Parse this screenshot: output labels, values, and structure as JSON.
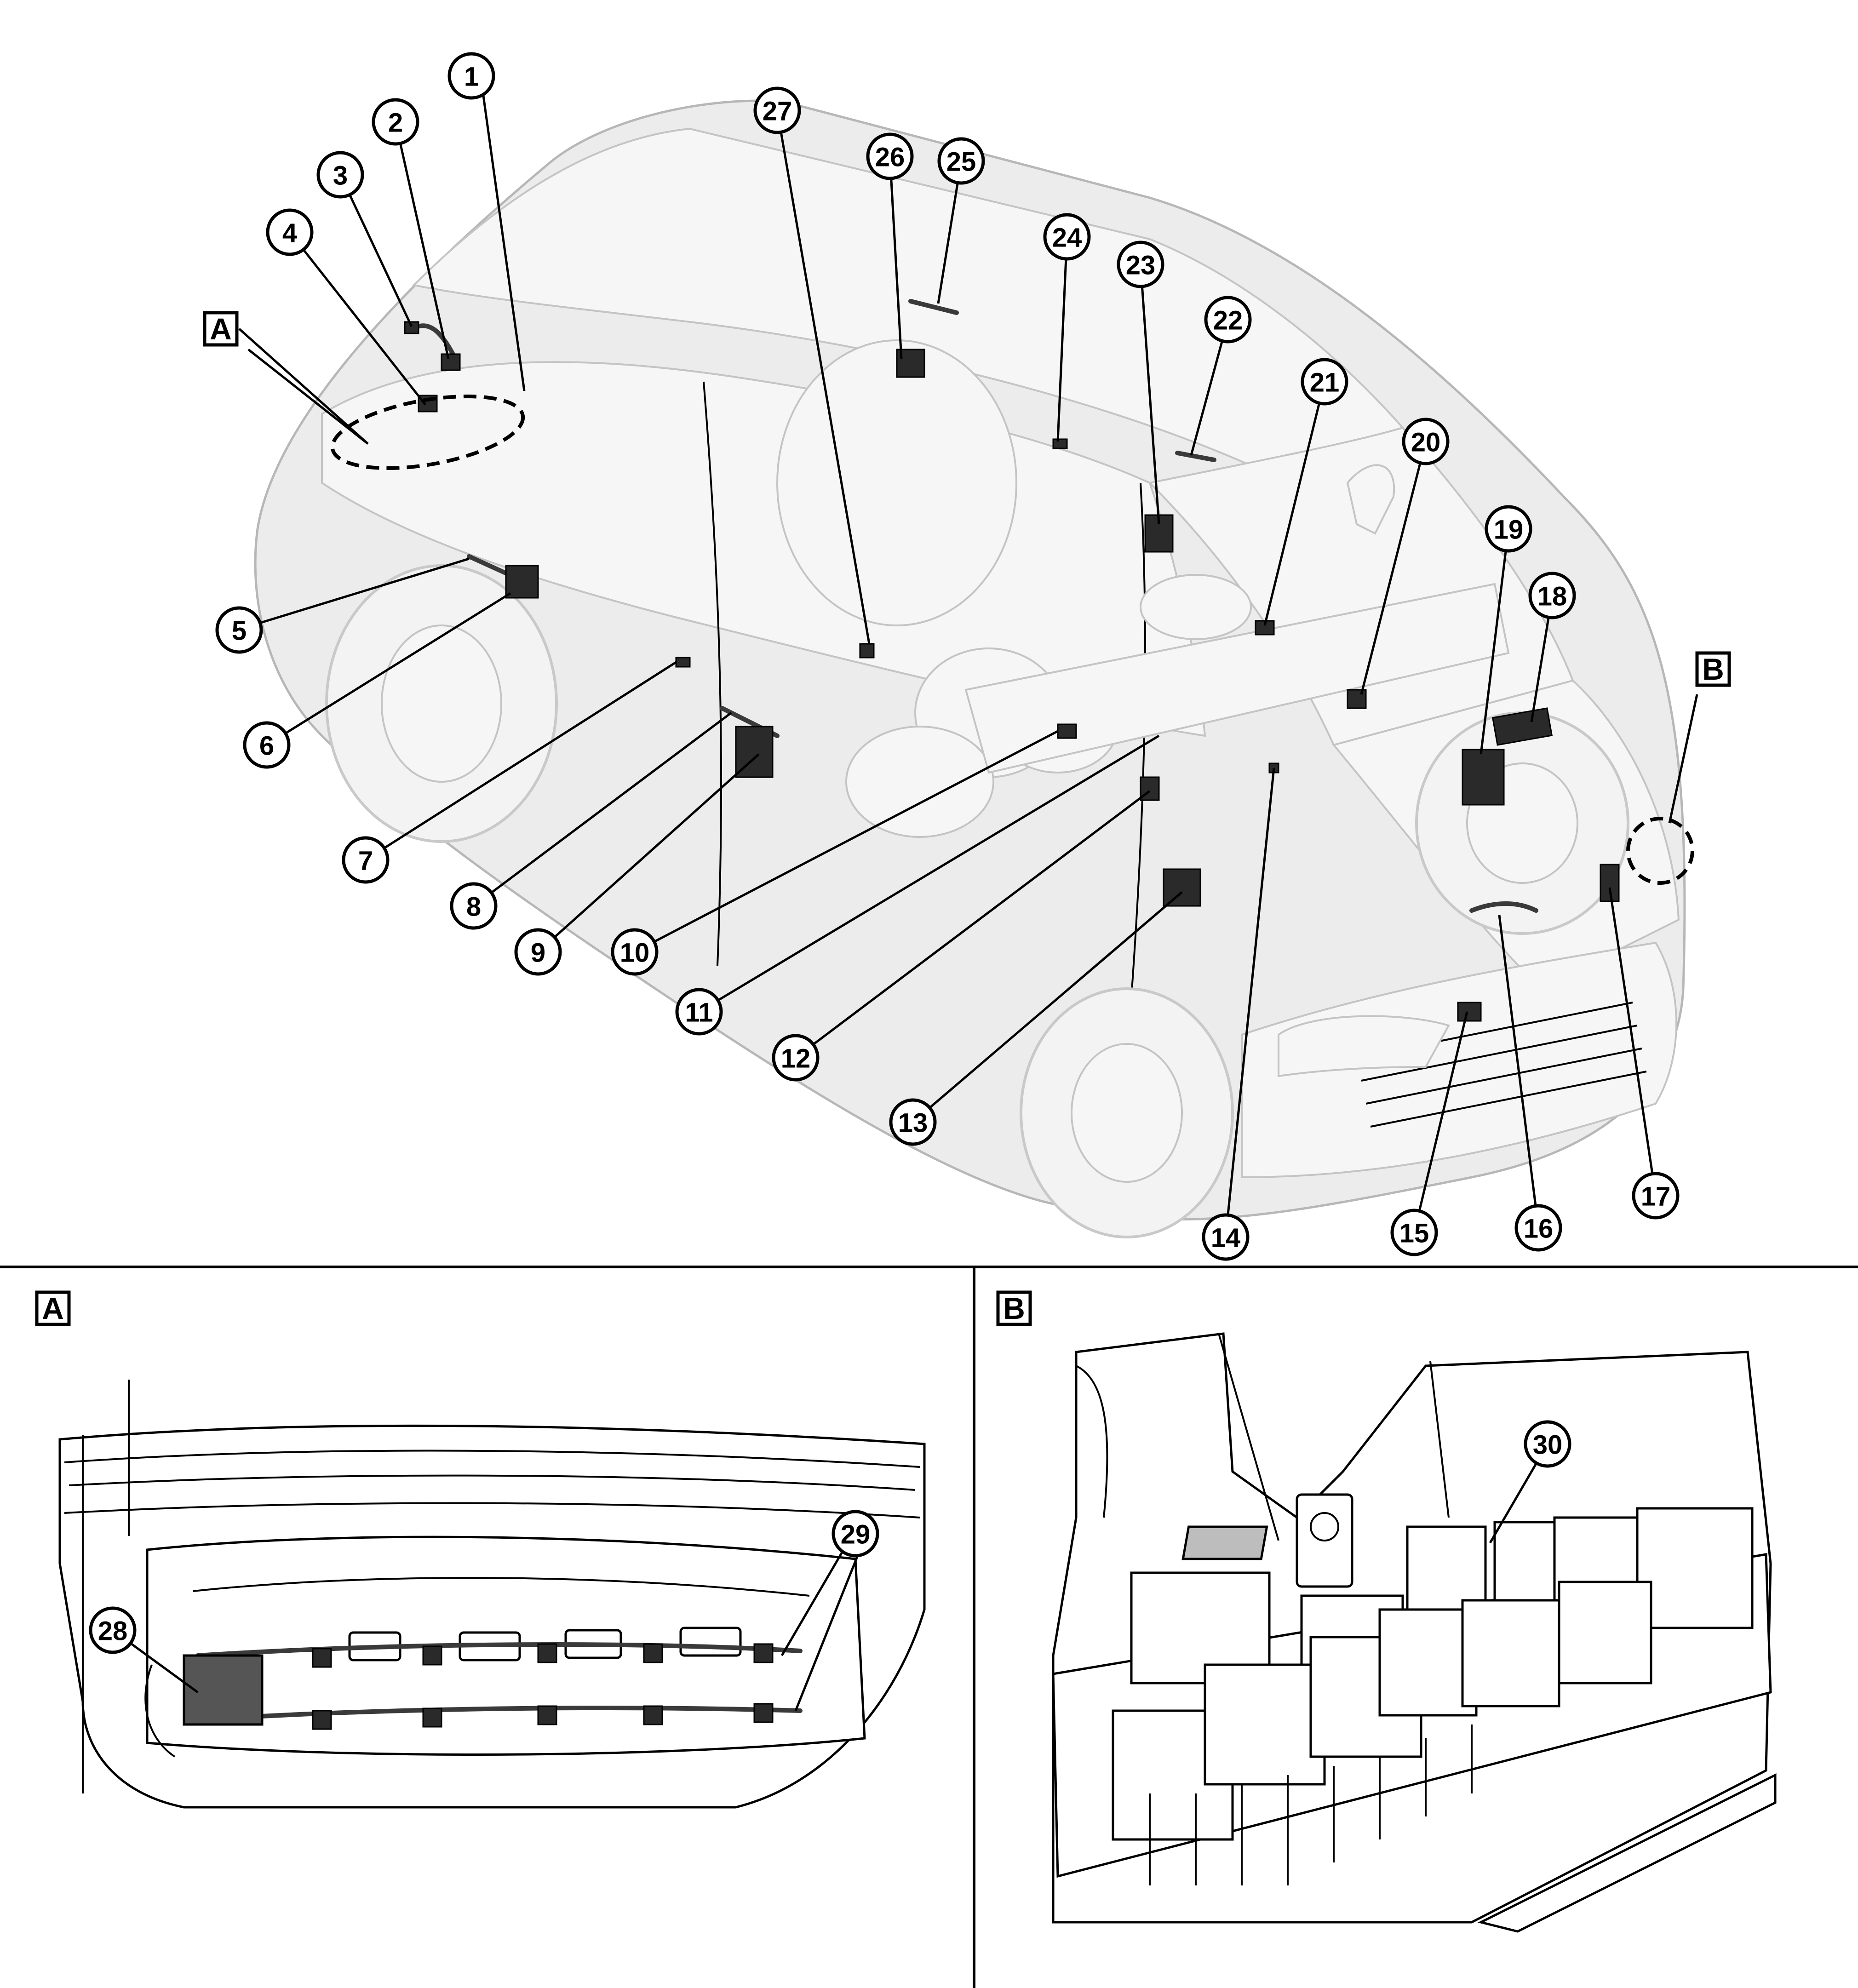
{
  "callouts": [
    {
      "id": "c1",
      "label": "1"
    },
    {
      "id": "c2",
      "label": "2"
    },
    {
      "id": "c3",
      "label": "3"
    },
    {
      "id": "c4",
      "label": "4"
    },
    {
      "id": "c5",
      "label": "5"
    },
    {
      "id": "c6",
      "label": "6"
    },
    {
      "id": "c7",
      "label": "7"
    },
    {
      "id": "c8",
      "label": "8"
    },
    {
      "id": "c9",
      "label": "9"
    },
    {
      "id": "c10",
      "label": "10"
    },
    {
      "id": "c11",
      "label": "11"
    },
    {
      "id": "c12",
      "label": "12"
    },
    {
      "id": "c13",
      "label": "13"
    },
    {
      "id": "c14",
      "label": "14"
    },
    {
      "id": "c15",
      "label": "15"
    },
    {
      "id": "c16",
      "label": "16"
    },
    {
      "id": "c17",
      "label": "17"
    },
    {
      "id": "c18",
      "label": "18"
    },
    {
      "id": "c19",
      "label": "19"
    },
    {
      "id": "c20",
      "label": "20"
    },
    {
      "id": "c21",
      "label": "21"
    },
    {
      "id": "c22",
      "label": "22"
    },
    {
      "id": "c23",
      "label": "23"
    },
    {
      "id": "c24",
      "label": "24"
    },
    {
      "id": "c25",
      "label": "25"
    },
    {
      "id": "c26",
      "label": "26"
    },
    {
      "id": "c27",
      "label": "27"
    },
    {
      "id": "c28",
      "label": "28"
    },
    {
      "id": "c29",
      "label": "29"
    },
    {
      "id": "c30",
      "label": "30"
    }
  ],
  "detail_labels": {
    "a": "A",
    "b": "B"
  }
}
